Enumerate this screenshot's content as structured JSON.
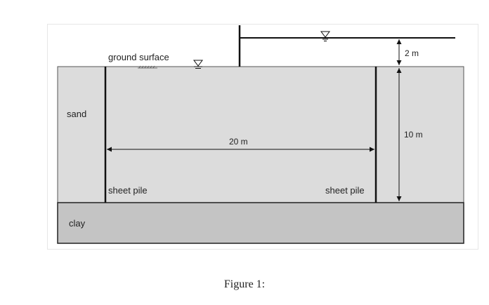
{
  "diagram": {
    "labels": {
      "ground_surface": "ground surface",
      "sand": "sand",
      "clay": "clay",
      "sheet_pile_left": "sheet pile",
      "sheet_pile_right": "sheet pile"
    },
    "dimensions": {
      "water_above_ground": "2 m",
      "pile_depth": "10 m",
      "pile_spacing": "20 m"
    },
    "colors": {
      "sand": "#dcdcdc",
      "clay": "#c4c4c4",
      "lines": "#111111"
    }
  },
  "caption": "Figure 1:"
}
